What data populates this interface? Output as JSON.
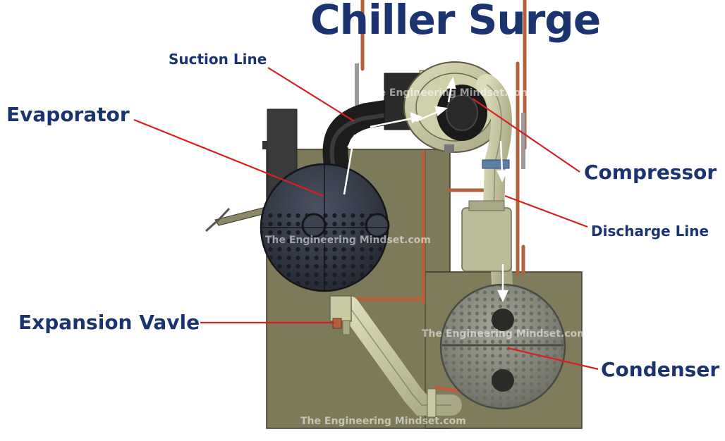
{
  "title": "Chiller Surge",
  "labels": {
    "evaporator": "Evaporator",
    "suction_line": "Suction Line",
    "compressor": "Compressor",
    "discharge_line": "Discharge Line",
    "expansion_valve": "Expansion Vavle",
    "condenser": "Condenser"
  },
  "watermark": "The Engineering Mindset.com",
  "colors": {
    "title": "#1b3470",
    "leader_line": "#d82020",
    "frame": "#7c7a59",
    "pipe": "#c9c9a3",
    "copper": "#b5603c",
    "vessel_evaporator": "#3c4250",
    "vessel_condenser": "#8d8f84"
  }
}
